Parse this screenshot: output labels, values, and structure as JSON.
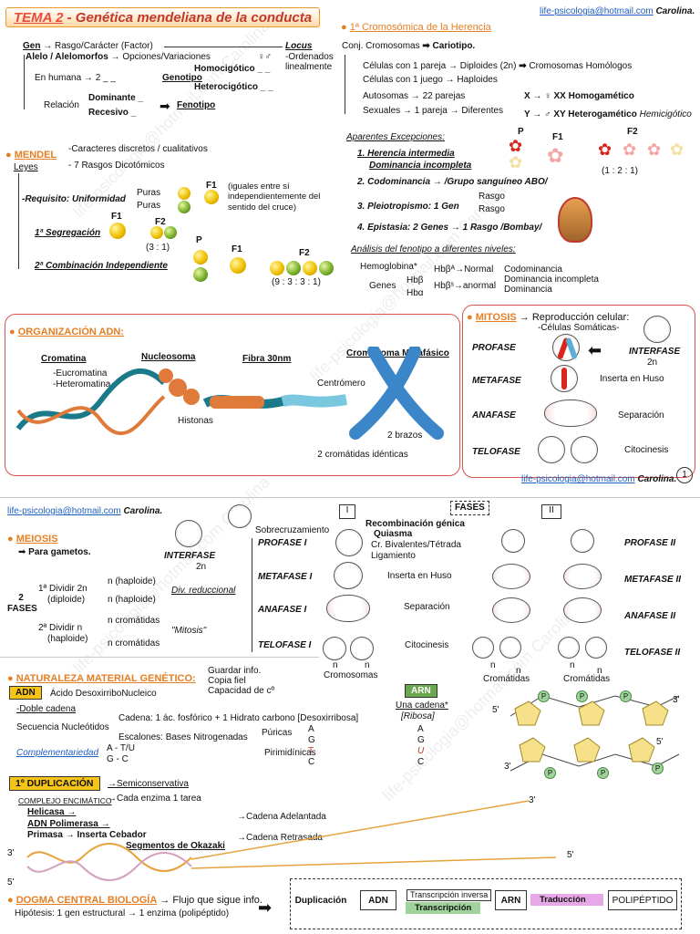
{
  "header": {
    "title_tema": "TEMA 2",
    "title_rest": " - Genética mendeliana de la conducta",
    "email": "life-psicologia@hotmail.com",
    "author": "Carolina."
  },
  "gen": {
    "gen": "Gen",
    "gen_def": "→ Rasgo/Carácter (Factor)",
    "alelo": "Alelo / Alelomorfos",
    "alelo_def": "→ Opciones/Variaciones",
    "sexsym": "♀♂",
    "humana": "En humana → 2 _ _",
    "genotipo": "Genotipo",
    "homo": "Homocigótico _ _",
    "hetero": "Heterocigótico _ _",
    "relacion": "Relación",
    "dominante": "Dominante _",
    "recesivo": "Recesivo _",
    "fenotipo": "Fenotipo",
    "locus": "Locus",
    "ordenados": "-Ordenados",
    "linealmente": "linealmente"
  },
  "cromo": {
    "title": "1ª Cromosómica de la Herencia",
    "conj": "Conj. Cromosomas",
    "cariotipo": "Cariotipo.",
    "c1": "Células con 1 pareja → Diploides (2n)",
    "c1b": "Cromosomas Homólogos",
    "c2": "Células con 1 juego → Haploides",
    "auto": "Autosomas → 22 parejas",
    "sex": "Sexuales → 1 pareja → Diferentes",
    "x": "X → ♀ XX Homogamético",
    "y": "Y → ♂ XY Heterogamético",
    "hemi": "Hemicigótico"
  },
  "mendel": {
    "title": "MENDEL",
    "leyes": "Leyes",
    "c1": "-Caracteres discretos / cualitativos",
    "c2": "- 7 Rasgos Dicotómicos",
    "req": "-Requisito: Uniformidad",
    "puras1": "Puras",
    "puras2": "Puras",
    "f1": "F1",
    "f2": "F2",
    "iguales": "(iguales entre sí independientemente del sentido del cruce)",
    "seg": "1ª Segregación",
    "seg_ratio": "(3 : 1)",
    "comb": "2ª Combinación Independiente",
    "comb_ratio": "(9 : 3 : 3 : 1)",
    "p": "P"
  },
  "excep": {
    "title": "Aparentes Excepciones:",
    "e1": "1. Herencia intermedia",
    "e1b": "Dominancia incompleta",
    "e2": "2. Codominancia → /Grupo sanguíneo ABO/",
    "e3": "3. Pleiotropismo: 1 Gen",
    "rasgo": "Rasgo",
    "e4": "4. Epistasia: 2 Genes → 1 Rasgo /Bombay/",
    "p": "P",
    "f1": "F1",
    "f2": "F2",
    "ratio": "(1 : 2 : 1)",
    "analisis": "Análisis del fenotipo a diferentes niveles:",
    "hemo": "Hemoglobina*",
    "genes": "Genes",
    "hbb": "Hbβ",
    "hba": "Hbα",
    "normal": "Hbβᴬ→Normal",
    "anormal": "Hbβˢ→anormal",
    "codom": "Codominancia",
    "domi": "Dominancia incompleta",
    "dom": "Dominancia"
  },
  "adn_org": {
    "title": "ORGANIZACIÓN ADN:",
    "cromatina": "Cromatina",
    "nucleosoma": "Nucleosoma",
    "fibra": "Fibra 30nm",
    "cromosoma": "Cromosoma Metafásico",
    "eucro": "-Eucromatina",
    "hetero": "-Heteromatina",
    "centromero": "Centrómero",
    "histonas": "Histonas",
    "brazos": "2 brazos",
    "cromatidas": "2 cromátidas idénticas"
  },
  "mitosis": {
    "title": "MITOSIS",
    "repro": "→ Reproducción celular:",
    "somaticas": "-Células Somáticas-",
    "profase": "PROFASE",
    "metafase": "METAFASE",
    "anafase": "ANAFASE",
    "telofase": "TELOFASE",
    "interfase": "INTERFASE",
    "n2": "2n",
    "huso": "Inserta en Huso",
    "separacion": "Separación",
    "citocinesis": "Citocinesis",
    "page": "1"
  },
  "meiosis": {
    "title": "MEIOSIS",
    "gametos": "Para gametos.",
    "interfase": "INTERFASE",
    "n2": "2n",
    "fases": "2 FASES",
    "f1": "1ª Dividir 2n",
    "f1b": "(diploide)",
    "f2": "2ª Dividir n",
    "f2b": "(haploide)",
    "nh1": "n (haploide)",
    "nh2": "n (haploide)",
    "nc1": "n cromátidas",
    "nc2": "n cromátidas",
    "divred": "Div. reduccional",
    "mitosis": "\"Mitosis\"",
    "sobre": "Sobrecruzamiento",
    "profase1": "PROFASE I",
    "metafase1": "METAFASE I",
    "anafase1": "ANAFASE I",
    "telofase1": "TELOFASE I",
    "recomb": "Recombinación génica",
    "quiasma": "Quiasma",
    "bival": "Cr. Bivalentes/Tétrada",
    "ligamiento": "Ligamiento",
    "fases_lbl": "FASES",
    "roman1": "I",
    "roman2": "II",
    "huso": "Inserta en Huso",
    "separacion": "Separación",
    "citocinesis": "Citocinesis",
    "n": "n",
    "cromosomas": "Cromosomas",
    "cromatidas": "Cromátidas",
    "profase2": "PROFASE II",
    "metafase2": "METAFASE II",
    "anafase2": "ANAFASE II",
    "telofase2": "TELOFASE II"
  },
  "naturaleza": {
    "title": "NATURALEZA MATERIAL GENÉTICO:",
    "g1": "Guardar info.",
    "g2": "Copia fiel",
    "g3": "Capacidad de cº",
    "adn": "ADN",
    "adn_full": "Ácido DesoxirriboNucleico",
    "doble": "-Doble cadena",
    "secuencia": "Secuencia Nucleótidos",
    "cadena": "Cadena: 1 ác. fosfórico + 1 Hidrato carbono [Desoxirribosa]",
    "escalones": "Escalones: Bases Nitrogenadas",
    "puricas": "Púricas",
    "pirimidinicas": "Pirimidínicas",
    "compl": "Complementariedad",
    "at": "A - T/U",
    "gc": "G - C",
    "arn": "ARN",
    "una": "Una cadena*",
    "ribosa": "[Ribosa]",
    "bases_a": "A",
    "bases_g": "G",
    "bases_t": "T",
    "bases_c": "C",
    "bases_u": "U",
    "p": "P",
    "five": "5'",
    "three": "3'"
  },
  "duplic": {
    "title": "1º DUPLICACIÓN",
    "semi": "→Semiconservativa",
    "complejo": "COMPLEJO ENCIMÁTICO",
    "cada": "→Cada enzima 1 tarea",
    "helicasa": "Helicasa →",
    "adnpol": "ADN Polimerasa →",
    "primasa": "Primasa → Inserta Cebador",
    "okazaki": "Segmentos de Okazaki",
    "adelantada": "→Cadena Adelantada",
    "retrasada": "→Cadena Retrasada",
    "three": "3'",
    "five": "5'"
  },
  "dogma": {
    "title": "DOGMA CENTRAL BIOLOGÍA",
    "flujo": "→ Flujo que sigue info.",
    "hipo": "Hipótesis: 1 gen estructural → 1 enzima (polipéptido)",
    "duplicacion": "Duplicación",
    "adn": "ADN",
    "inversa": "Transcripción inversa",
    "transcripcion": "Transcripción",
    "arn": "ARN",
    "traduccion": "Traducción",
    "poli": "POLIPÉPTIDO"
  },
  "colors": {
    "red": "#c0392b",
    "orange": "#e67e22",
    "blue": "#1f5fbf",
    "box": "#d9534f"
  }
}
